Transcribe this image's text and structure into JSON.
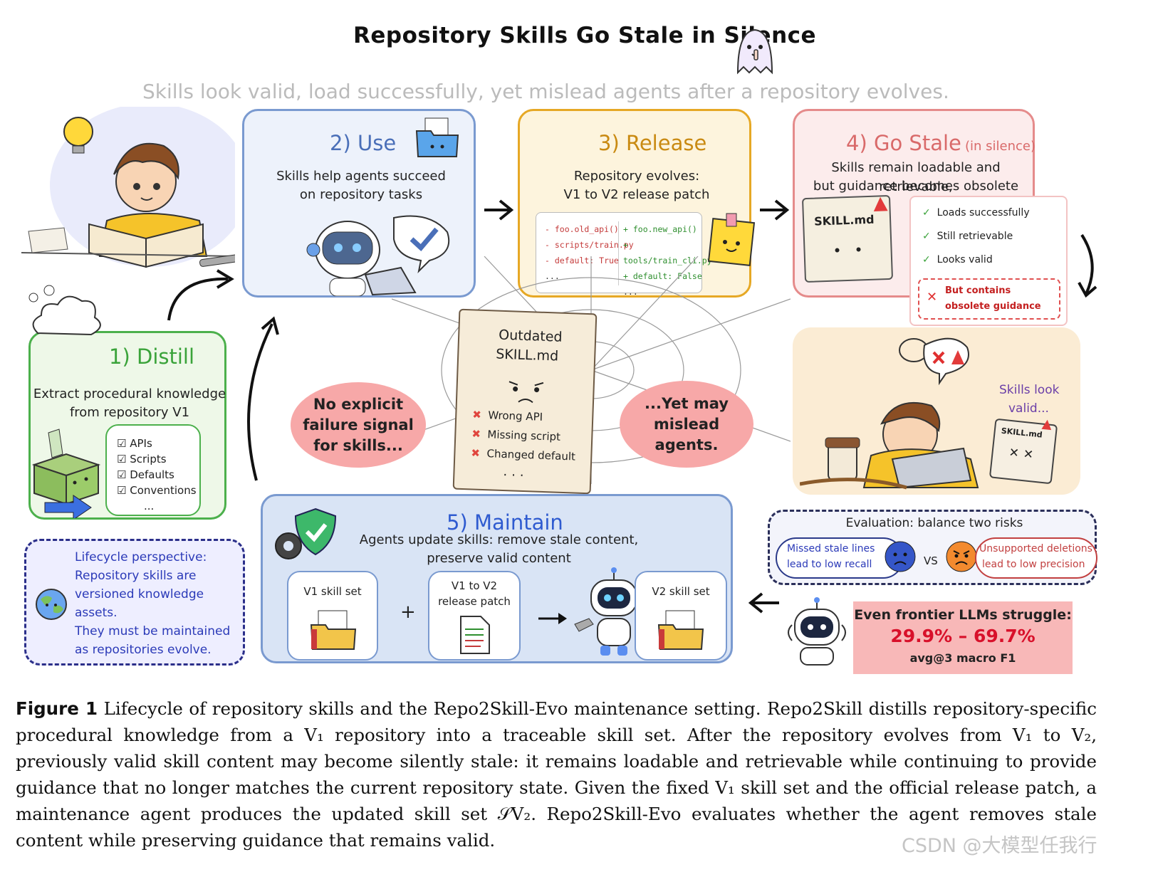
{
  "header": {
    "title": "Repository Skills Go Stale in Silence",
    "subtitle": "Skills look valid, load successfully, yet mislead agents after a repository evolves."
  },
  "distill": {
    "title": "1) Distill",
    "desc_line1": "Extract procedural knowledge",
    "desc_line2": "from repository V1",
    "items": [
      "APIs",
      "Scripts",
      "Defaults",
      "Conventions"
    ],
    "more": "..."
  },
  "use": {
    "title": "2) Use",
    "desc_line1": "Skills help agents succeed",
    "desc_line2": "on repository tasks"
  },
  "release": {
    "title": "3) Release",
    "desc_line1": "Repository evolves:",
    "desc_line2": "V1 to V2 release patch",
    "removed": [
      "- foo.old_api()",
      "- scripts/train.py",
      "- default: True",
      "..."
    ],
    "added": [
      "+ foo.new_api()",
      "+ tools/train_cli.py",
      "+ default: False",
      "..."
    ]
  },
  "stale": {
    "title": "4) Go Stale",
    "title_note": "(in silence)",
    "desc_line1": "Skills remain loadable and retrievable,",
    "desc_line2": "but guidance becomes obsolete",
    "file_label": "SKILL.md",
    "checks": [
      "Loads successfully",
      "Still retrievable",
      "Looks valid"
    ],
    "warning_line1": "But contains",
    "warning_line2": "obsolete guidance"
  },
  "center": {
    "doc_title_line1": "Outdated",
    "doc_title_line2": "SKILL.md",
    "errors": [
      "Wrong API",
      "Missing script",
      "Changed default"
    ],
    "more": "...",
    "left_bubble": [
      "No explicit",
      "failure signal",
      "for skills..."
    ],
    "right_bubble": [
      "...Yet may",
      "mislead",
      "agents."
    ]
  },
  "confused": {
    "speech_line1": "Skills look",
    "speech_line2": "valid...",
    "file_label": "SKILL.md"
  },
  "maintain": {
    "title": "5) Maintain",
    "desc_line1": "Agents update skills: remove stale content,",
    "desc_line2": "preserve valid content",
    "card1": "V1 skill set",
    "plus": "+",
    "card2_line1": "V1 to V2",
    "card2_line2": "release patch",
    "card3": "V2 skill set"
  },
  "lifecycle": {
    "lines": [
      "Lifecycle perspective:",
      "Repository skills are",
      "versioned knowledge",
      "assets.",
      "They must be maintained",
      "as repositories evolve."
    ]
  },
  "evaluation": {
    "title": "Evaluation: balance two risks",
    "left_line1": "Missed stale lines",
    "left_line2": "lead to low recall",
    "vs": "VS",
    "right_line1": "Unsupported deletions",
    "right_line2": "lead to low precision"
  },
  "result": {
    "line1": "Even frontier LLMs struggle:",
    "line2": "29.9% – 69.7%",
    "line3": "avg@3 macro F1"
  },
  "caption": {
    "label": "Figure 1",
    "text": "Lifecycle of repository skills and the Repo2Skill-Evo maintenance setting. Repo2Skill distills repository-specific procedural knowledge from a V₁ repository into a traceable skill set. After the repository evolves from V₁ to V₂, previously valid skill content may become silently stale: it remains loadable and retrievable while continuing to provide guidance that no longer matches the current repository state. Given the fixed V₁ skill set and the official release patch, a maintenance agent produces the updated skill set 𝒮V₂. Repo2Skill-Evo evaluates whether the agent removes stale content while preserving guidance that remains valid."
  },
  "watermark": "CSDN @大模型任我行",
  "colors": {
    "distill": "#3aa33a",
    "use": "#5b7fc0",
    "release": "#e0a21c",
    "stale": "#d96a6a",
    "maintain": "#2f5bd0",
    "pill": "#f7a8a8",
    "result_bg": "#f8b8b8",
    "result_text": "#d8102a"
  }
}
